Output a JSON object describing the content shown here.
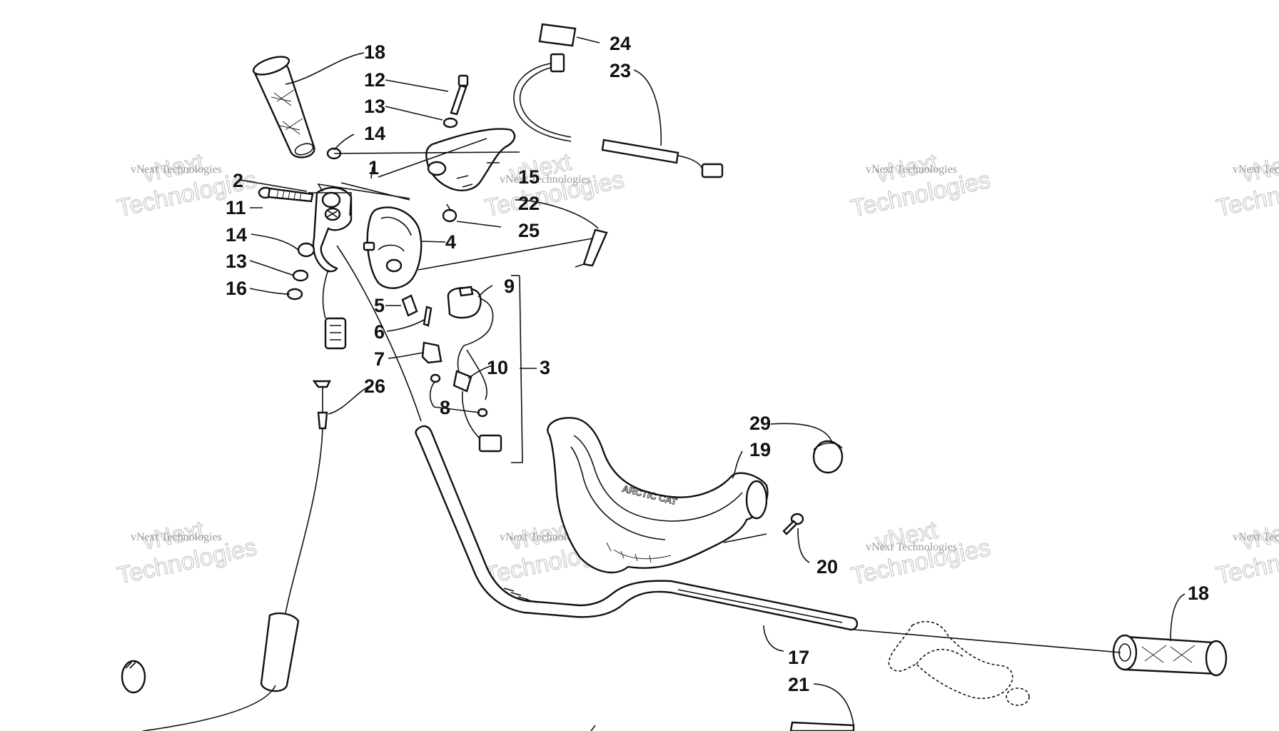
{
  "watermark": {
    "line1": "vNext Technologies",
    "line2": "vNext",
    "line3": "Technologies"
  },
  "callouts": {
    "c1": "1",
    "c2": "2",
    "c3": "3",
    "c4": "4",
    "c5": "5",
    "c6": "6",
    "c7": "7",
    "c8": "8",
    "c9": "9",
    "c10": "10",
    "c11": "11",
    "c12": "12",
    "c13a": "13",
    "c13b": "13",
    "c14a": "14",
    "c14b": "14",
    "c15": "15",
    "c16": "16",
    "c17": "17",
    "c18a": "18",
    "c18b": "18",
    "c19": "19",
    "c20": "20",
    "c21": "21",
    "c22": "22",
    "c23": "23",
    "c24": "24",
    "c25": "25",
    "c26": "26",
    "c29": "29"
  },
  "decal_text": "ARCTIC CAT"
}
